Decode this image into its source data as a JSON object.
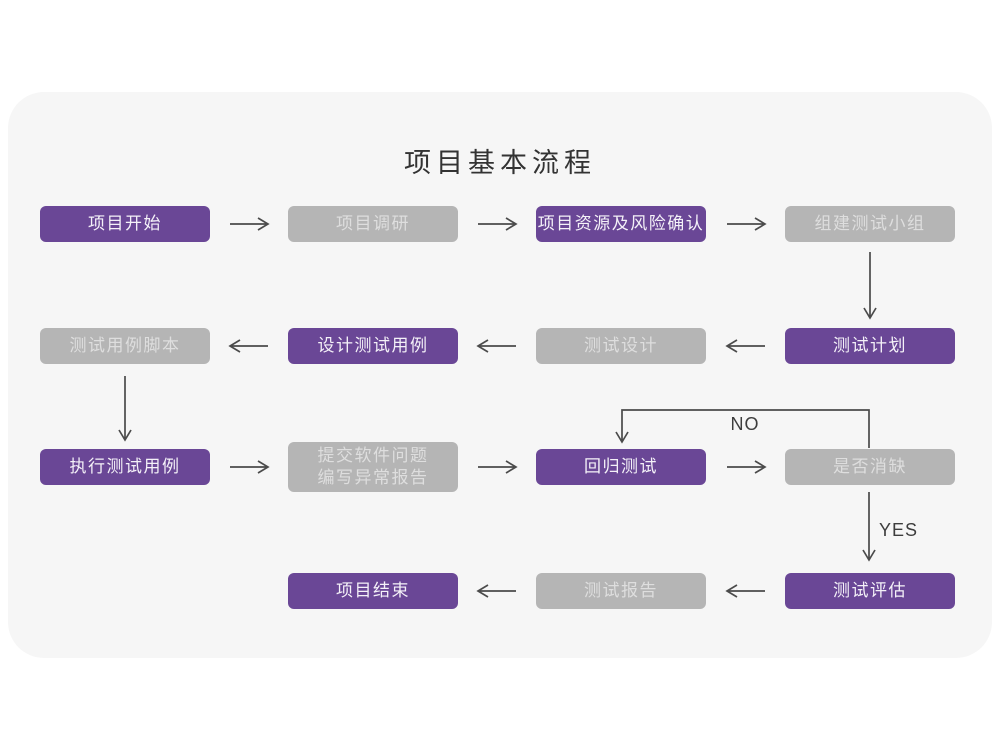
{
  "title": "项目基本流程",
  "labels": {
    "no": "NO",
    "yes": "YES"
  },
  "colors": {
    "purple_node": "#6a4796",
    "gray_node": "#b5b5b5",
    "card_background": "#f6f6f6",
    "page_background": "#ffffff",
    "arrow": "#4b4b4b",
    "title_text": "#333333"
  },
  "nodes": [
    {
      "id": "project-start",
      "label": "项目开始",
      "variant": "purple"
    },
    {
      "id": "project-research",
      "label": "项目调研",
      "variant": "gray"
    },
    {
      "id": "resources-risk",
      "label": "项目资源及风险确认",
      "variant": "purple"
    },
    {
      "id": "build-test-team",
      "label": "组建测试小组",
      "variant": "gray"
    },
    {
      "id": "test-plan",
      "label": "测试计划",
      "variant": "purple"
    },
    {
      "id": "test-design",
      "label": "测试设计",
      "variant": "gray"
    },
    {
      "id": "design-test-cases",
      "label": "设计测试用例",
      "variant": "purple"
    },
    {
      "id": "test-case-scripts",
      "label": "测试用例脚本",
      "variant": "gray"
    },
    {
      "id": "execute-test-cases",
      "label": "执行测试用例",
      "variant": "purple"
    },
    {
      "id": "submit-issues-report",
      "label": "提交软件问题\n编写异常报告",
      "variant": "gray"
    },
    {
      "id": "regression-test",
      "label": "回归测试",
      "variant": "purple"
    },
    {
      "id": "defect-cleared",
      "label": "是否消缺",
      "variant": "gray"
    },
    {
      "id": "test-evaluation",
      "label": "测试评估",
      "variant": "purple"
    },
    {
      "id": "test-report",
      "label": "测试报告",
      "variant": "gray"
    },
    {
      "id": "project-end",
      "label": "项目结束",
      "variant": "purple"
    }
  ],
  "edges": [
    {
      "from": "project-start",
      "to": "project-research",
      "label": ""
    },
    {
      "from": "project-research",
      "to": "resources-risk",
      "label": ""
    },
    {
      "from": "resources-risk",
      "to": "build-test-team",
      "label": ""
    },
    {
      "from": "build-test-team",
      "to": "test-plan",
      "label": ""
    },
    {
      "from": "test-plan",
      "to": "test-design",
      "label": ""
    },
    {
      "from": "test-design",
      "to": "design-test-cases",
      "label": ""
    },
    {
      "from": "design-test-cases",
      "to": "test-case-scripts",
      "label": ""
    },
    {
      "from": "test-case-scripts",
      "to": "execute-test-cases",
      "label": ""
    },
    {
      "from": "execute-test-cases",
      "to": "submit-issues-report",
      "label": ""
    },
    {
      "from": "submit-issues-report",
      "to": "regression-test",
      "label": ""
    },
    {
      "from": "regression-test",
      "to": "defect-cleared",
      "label": ""
    },
    {
      "from": "defect-cleared",
      "to": "regression-test",
      "label": "NO"
    },
    {
      "from": "defect-cleared",
      "to": "test-evaluation",
      "label": "YES"
    },
    {
      "from": "test-evaluation",
      "to": "test-report",
      "label": ""
    },
    {
      "from": "test-report",
      "to": "project-end",
      "label": ""
    }
  ]
}
